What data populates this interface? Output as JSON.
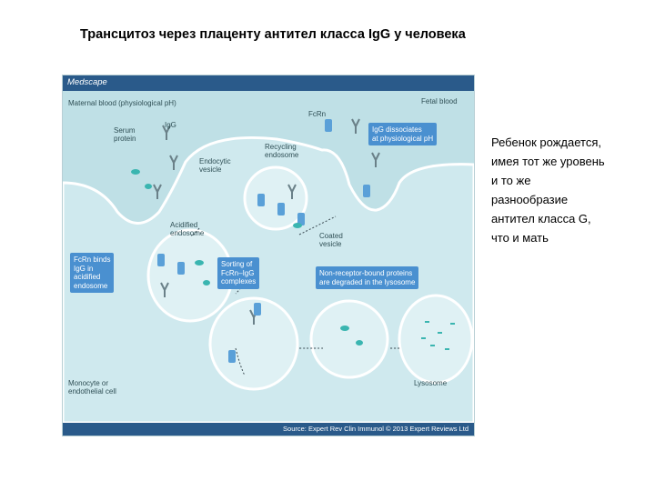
{
  "title": "Трансцитоз через плаценту антител класса IgG у человека",
  "figure": {
    "header": "Medscape",
    "footer": "Source: Expert Rev Clin Immunol © 2013 Expert Reviews Ltd",
    "labels": {
      "maternal_blood": "Maternal blood (physiological pH)",
      "fetal_blood": "Fetal blood",
      "serum_protein": [
        "Serum",
        "protein"
      ],
      "igg": "IgG",
      "fcrn": "FcRn",
      "endocytic_vesicle": [
        "Endocytic",
        "vesicle"
      ],
      "recycling_endosome": [
        "Recycling",
        "endosome"
      ],
      "acidified_endosome": [
        "Acidified",
        "endosome"
      ],
      "coated_vesicle": [
        "Coated",
        "vesicle"
      ],
      "monocyte": [
        "Monocyte or",
        "endothelial cell"
      ],
      "lysosome": "Lysosome"
    },
    "boxes": {
      "igg_dissociates": [
        "IgG dissociates",
        "at physiological pH"
      ],
      "fcrn_binds": [
        "FcRn binds",
        "IgG in",
        "acidified",
        "endosome"
      ],
      "sorting": [
        "Sorting of",
        "FcRn–IgG",
        "complexes"
      ],
      "non_receptor": [
        "Non-receptor-bound proteins",
        "are degraded in the lysosome"
      ]
    }
  },
  "side_text": [
    "Ребенок рождается,",
    "имея тот же уровень",
    "и то же",
    "разнообразие",
    "антител класса G,",
    "что и мать"
  ]
}
